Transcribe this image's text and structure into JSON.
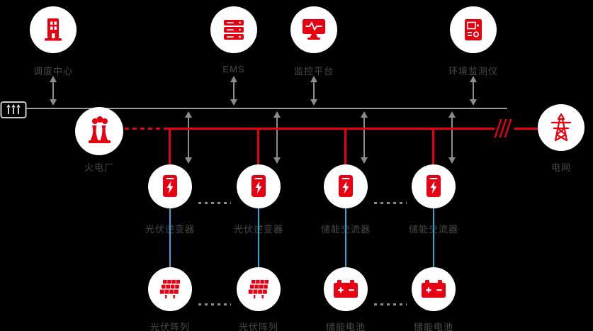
{
  "colors": {
    "background": "#000000",
    "accent_red": "#e60012",
    "node_white": "#ffffff",
    "comm_line_gray": "#9a9a9a",
    "arrow_gray": "#8c8c8c",
    "text_gray": "#4a4a4a",
    "dc_link_blue": "#35a3dc"
  },
  "top_nodes": [
    {
      "label": "调度中心",
      "icon": "building-icon"
    },
    {
      "label": "EMS",
      "icon": "server-icon"
    },
    {
      "label": "监控平台",
      "icon": "monitor-icon"
    },
    {
      "label": "环境监测仪",
      "icon": "env-monitor-icon"
    }
  ],
  "source_node": {
    "label": "火电厂",
    "icon": "thermal-plant-icon"
  },
  "grid_node": {
    "label": "电网",
    "icon": "grid-tower-icon"
  },
  "converter_nodes": [
    {
      "label": "光伏逆变器",
      "icon": "inverter-icon"
    },
    {
      "label": "光伏逆变器",
      "icon": "inverter-icon"
    },
    {
      "label": "储能交流器",
      "icon": "converter-icon"
    },
    {
      "label": "储能交流器",
      "icon": "converter-icon"
    }
  ],
  "bottom_nodes": [
    {
      "label": "光伏阵列",
      "icon": "solar-array-icon"
    },
    {
      "label": "光伏阵列",
      "icon": "solar-array-icon"
    },
    {
      "label": "储能电池",
      "icon": "battery-icon"
    },
    {
      "label": "储能电池",
      "icon": "battery-icon"
    }
  ],
  "left_device": {
    "icon": "power-meter-icon"
  }
}
